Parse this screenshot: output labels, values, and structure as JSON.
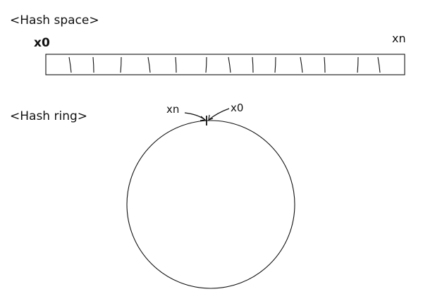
{
  "hash_space": {
    "title": "<Hash space>",
    "start_label": "x0",
    "end_label": "xn",
    "tick_count": 13
  },
  "hash_ring": {
    "title": "<Hash ring>",
    "end_label": "xn",
    "start_label": "x0"
  },
  "colors": {
    "ink": "#111111",
    "background": "#ffffff"
  }
}
